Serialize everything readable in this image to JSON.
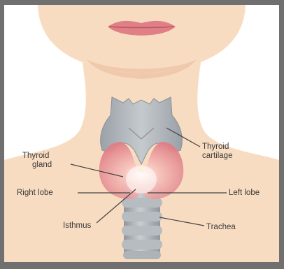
{
  "labels": {
    "thyroid_gland": [
      "Thyroid",
      "gland"
    ],
    "thyroid_cartilage": [
      "Thyroid",
      "cartilage"
    ],
    "right_lobe": "Right lobe",
    "left_lobe": "Left lobe",
    "isthmus": "Isthmus",
    "trachea": "Trachea"
  },
  "colors": {
    "skin": "#f8dcc2",
    "skin_shadow": "#edc4a6",
    "background": "#ffffff",
    "frame": "#707070",
    "gland": "#e48a8e",
    "gland_light": "#f7c9c4",
    "cartilage": "#aab0b6",
    "trachea": "#a6acb2",
    "lips": "#e07f86",
    "leader_line": "#444444"
  }
}
